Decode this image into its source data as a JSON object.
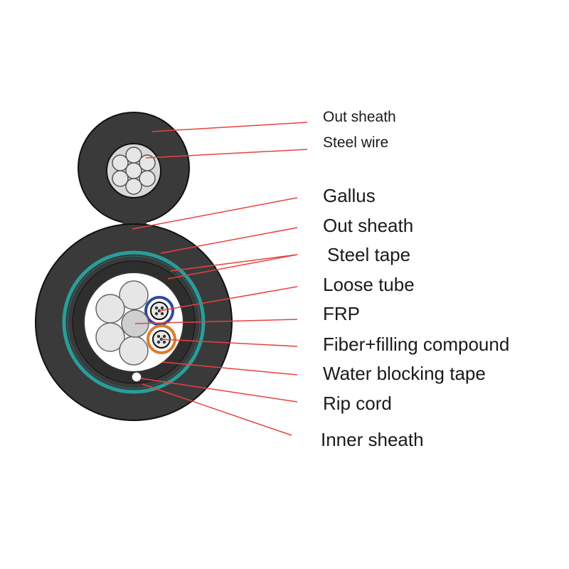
{
  "labels": [
    "Out sheath",
    "Steel wire",
    "Gallus",
    "Out sheath",
    "Steel tape",
    "Loose tube",
    "FRP",
    "Fiber+filling compound",
    "Water blocking tape",
    "Rip cord",
    "Inner sheath"
  ],
  "colors": {
    "sheath": "#3a3a3a",
    "steel_tape": "#2a9d9a",
    "core_fill": "#d8d8d8",
    "loose_tube_blue": "#2b4aa0",
    "loose_tube_orange": "#e07a2a",
    "leader_line": "#e8423f"
  }
}
